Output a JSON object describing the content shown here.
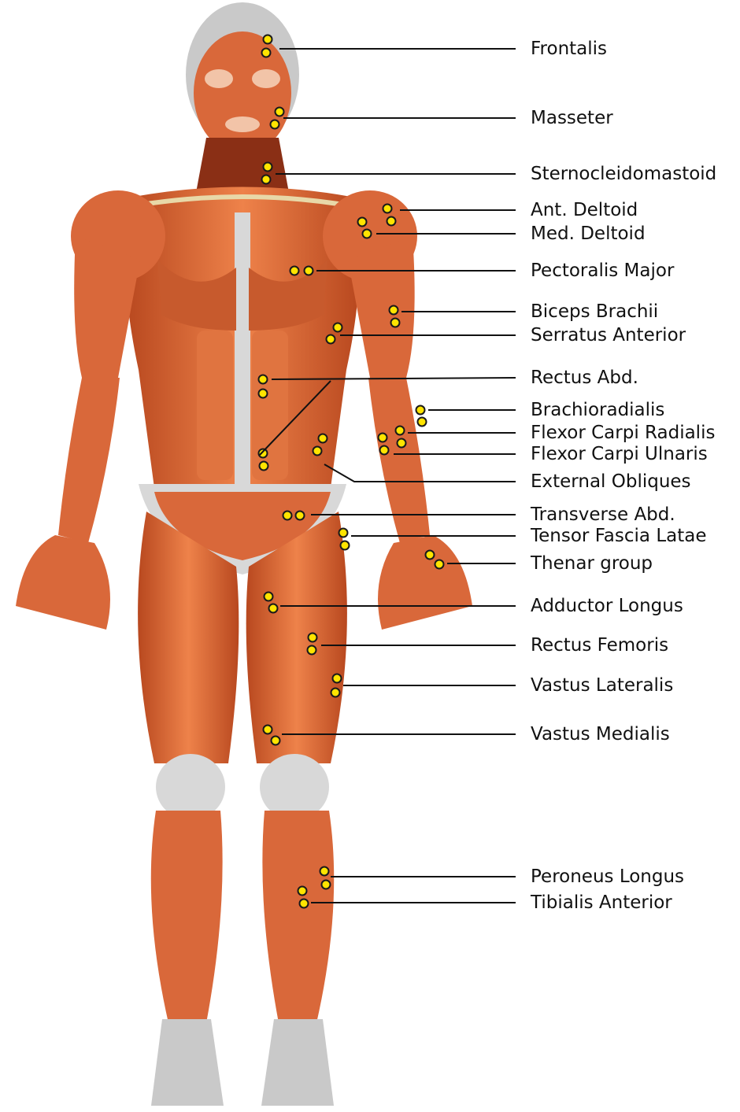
{
  "colors": {
    "muscle": "#d9683a",
    "muscle_light": "#f08a52",
    "muscle_dark": "#8a2f15",
    "tendon": "#d8d8d8",
    "skin_gray": "#c9c9c9",
    "electrode_fill": "#ffe400",
    "electrode_stroke": "#1a1a1a",
    "leader_line": "#111111"
  },
  "labels": [
    "Frontalis",
    "Masseter",
    "Sternocleidomastoid",
    "Ant. Deltoid",
    "Med. Deltoid",
    "Pectoralis Major",
    "Biceps Brachii",
    "Serratus Anterior",
    "Rectus Abd.",
    "Brachioradialis",
    "Flexor Carpi Radialis",
    "Flexor Carpi Ulnaris",
    "External Obliques",
    "Transverse Abd.",
    "Tensor Fascia Latae",
    "Thenar group",
    "Adductor Longus",
    "Rectus Femoris",
    "Vastus Lateralis",
    "Vastus Medialis",
    "Peroneus Longus",
    "Tibialis Anterior"
  ]
}
